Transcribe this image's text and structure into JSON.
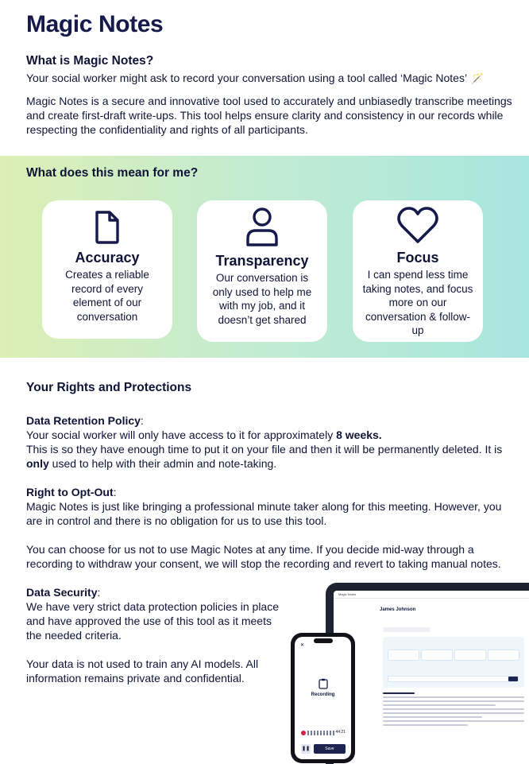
{
  "logo": {
    "text": "Magic Notes"
  },
  "intro": {
    "heading": "What is Magic Notes?",
    "line1": "Your social worker might ask to record your conversation using a tool called ‘Magic Notes’",
    "para": "Magic Notes is a secure and innovative tool used to accurately and unbiasedly transcribe meetings and create first-draft write-ups. This tool helps ensure clarity and consistency in our records while respecting the confidentiality and rights of all participants."
  },
  "meaning": {
    "heading": "What does this mean for me?",
    "cards": [
      {
        "icon": "document-icon",
        "title": "Accuracy",
        "body": "Creates a reliable record of every element of our conversation"
      },
      {
        "icon": "person-icon",
        "title": "Transparency",
        "body": "Our conversation is only used to help me with my job, and it doesn’t get shared"
      },
      {
        "icon": "heart-icon",
        "title": "Focus",
        "body": "I can spend less time taking notes, and focus more on our conversation & follow-up"
      }
    ]
  },
  "rights": {
    "heading": "Your Rights and Protections",
    "retention": {
      "title": "Data Retention Policy",
      "line1_pre": "Your social worker will only have access to it for approximately ",
      "line1_bold": "8 weeks.",
      "line2_pre": "This is so they have enough time to put it on your file and then it will be permanently deleted. It is ",
      "line2_bold": "only",
      "line2_post": " used to help with their admin and note-taking."
    },
    "optout": {
      "title": "Right to Opt-Out",
      "para1": "Magic Notes is just like bringing a professional minute taker along for this meeting. However, you are in control and there is no obligation for us to use this tool.",
      "para2": "You can choose for us not to use Magic Notes at any time. If you decide mid-way through a recording to withdraw your consent, we will stop the recording and revert to taking manual notes."
    },
    "security": {
      "title": "Data Security",
      "para1": "We have very strict data protection policies in place and have approved the use of this tool as it meets the needed criteria.",
      "para2": "Your data is not used to train any AI models. All information remains private and confidential."
    }
  },
  "devices": {
    "laptop_app": "Magic Notes",
    "laptop_name": "James Johnson",
    "phone_label": "Recording",
    "phone_save": "Save",
    "phone_time": "44:21"
  },
  "colors": {
    "navy": "#151a4a",
    "band_left": "#dcefb4",
    "band_right": "#a7e6df"
  }
}
